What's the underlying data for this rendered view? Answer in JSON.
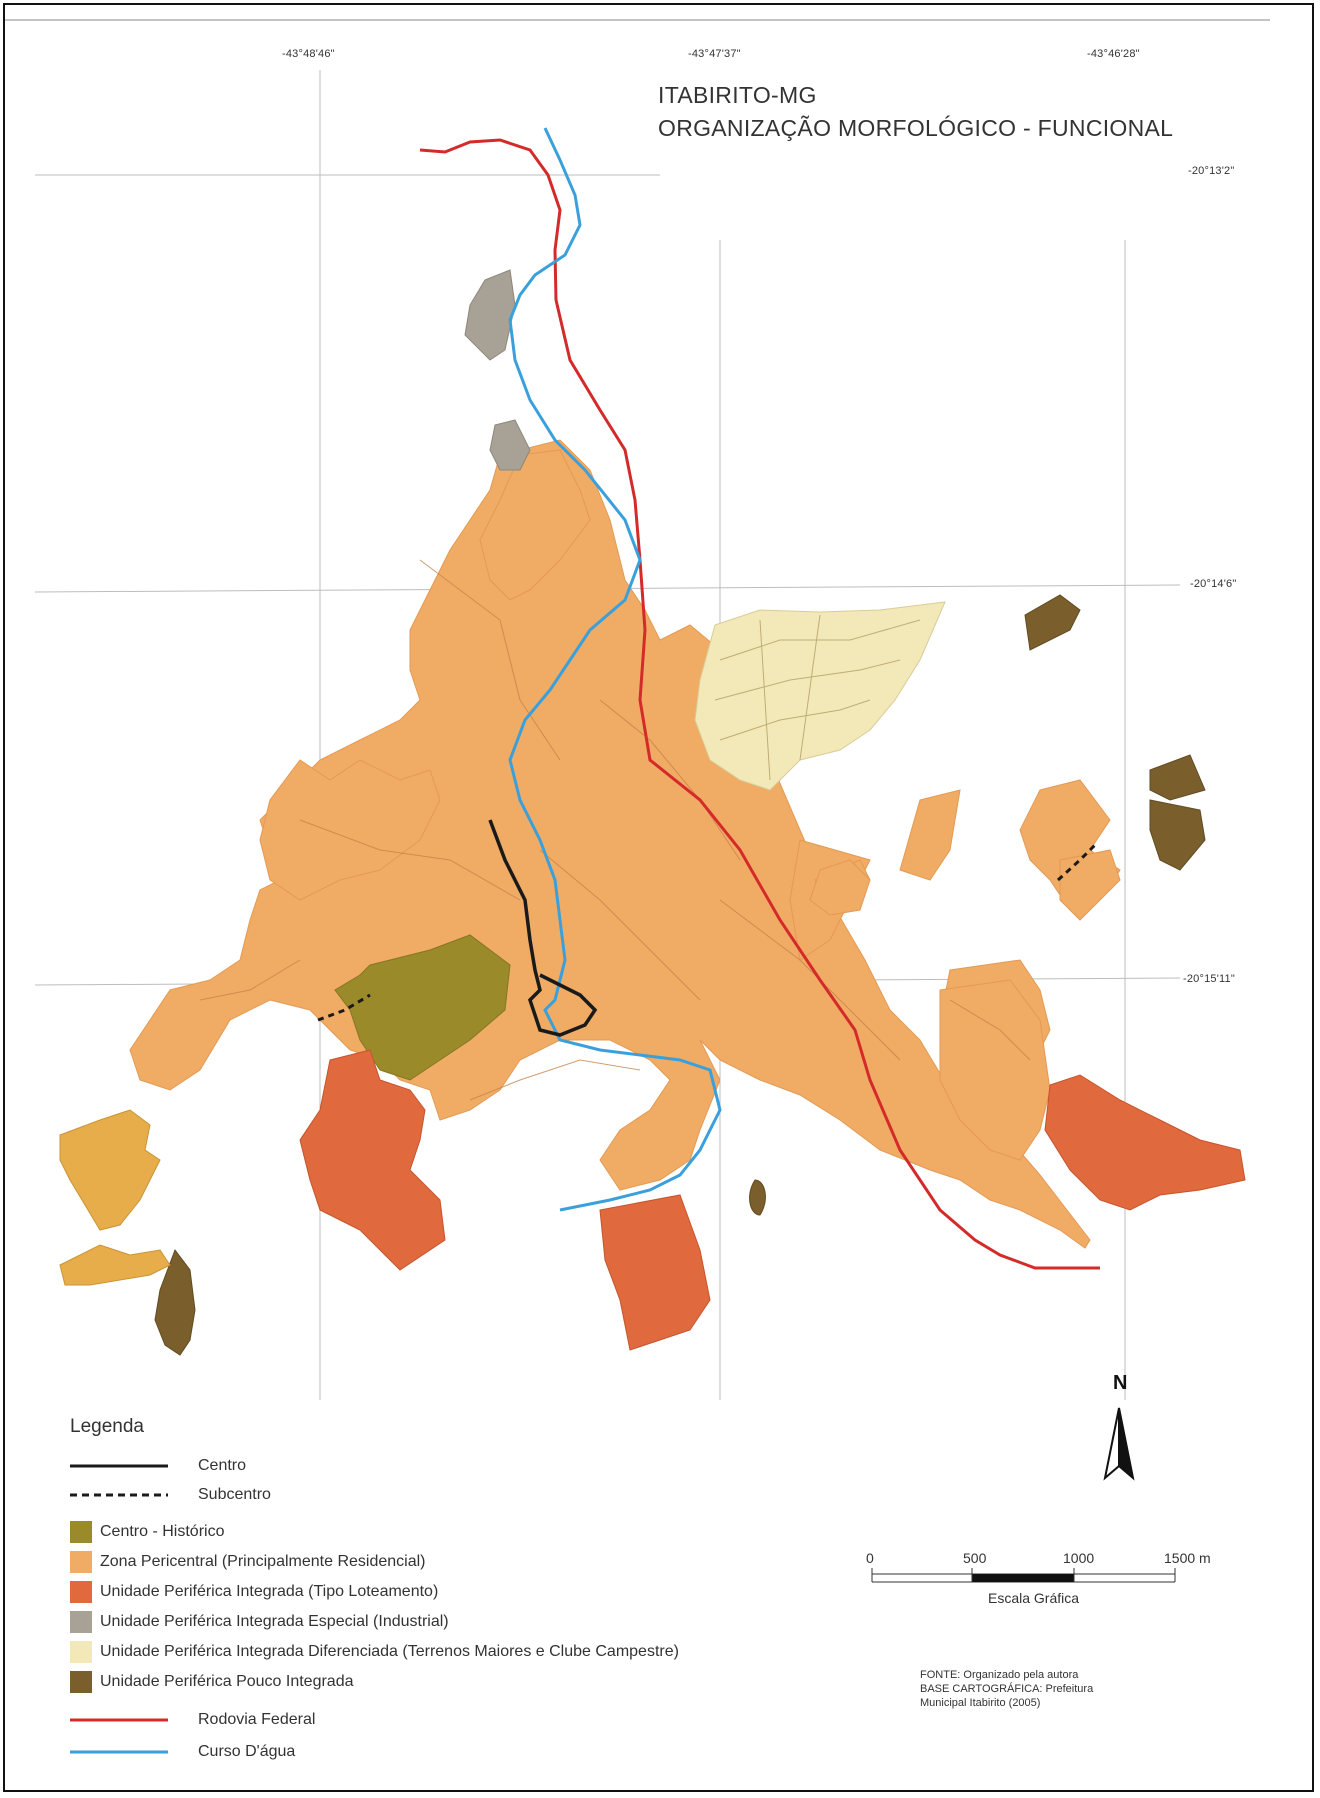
{
  "title_line1": "ITABIRITO-MG",
  "title_line2": "ORGANIZAÇÃO MORFOLÓGICO - FUNCIONAL",
  "coordinates": {
    "lon1": "-43°48'46\"",
    "lon2": "-43°47'37\"",
    "lon3": "-43°46'28\"",
    "lat1": "-20°13'2\"",
    "lat2": "-20°14'6\"",
    "lat3": "-20°15'11\""
  },
  "legend": {
    "title": "Legenda",
    "items": [
      {
        "label": "Centro",
        "kind": "line",
        "color": "#1a1a1a",
        "dashed": false
      },
      {
        "label": "Subcentro",
        "kind": "line",
        "color": "#1a1a1a",
        "dashed": true
      },
      {
        "label": "Centro - Histórico",
        "kind": "area",
        "color": "#9a8a2a"
      },
      {
        "label": "Zona Pericentral (Principalmente Residencial)",
        "kind": "area",
        "color": "#f0ab64"
      },
      {
        "label": "Unidade Periférica Integrada (Tipo Loteamento)",
        "kind": "area",
        "color": "#e0693e"
      },
      {
        "label": "Unidade Periférica Integrada Especial (Industrial)",
        "kind": "area",
        "color": "#a8a196"
      },
      {
        "label": "Unidade Periférica Integrada Diferenciada (Terrenos Maiores e Clube Campestre)",
        "kind": "area",
        "color": "#f3e8b8"
      },
      {
        "label": "Unidade Periférica Pouco Integrada",
        "kind": "area",
        "color": "#7a5e2c"
      },
      {
        "label": "Rodovia Federal",
        "kind": "line",
        "color": "#d42a2a",
        "dashed": false
      },
      {
        "label": "Curso D'água",
        "kind": "line",
        "color": "#3aa0dc",
        "dashed": false
      }
    ]
  },
  "north_label": "N",
  "scale": {
    "ticks": [
      "0",
      "500",
      "1000",
      "1500 m"
    ],
    "caption": "Escala Gráfica"
  },
  "source": {
    "line1": "FONTE: Organizado pela autora",
    "line2": "BASE CARTOGRÁFICA: Prefeitura",
    "line3": "Municipal Itabirito (2005)"
  },
  "colors": {
    "historic": "#9a8a2a",
    "pericentral": "#f0ab64",
    "loteamento": "#e0693e",
    "industrial": "#a8a196",
    "diferenciada": "#f3e8b8",
    "pouco": "#7a5e2c",
    "road": "#d42a2a",
    "river": "#3aa0dc",
    "centro": "#1a1a1a"
  }
}
